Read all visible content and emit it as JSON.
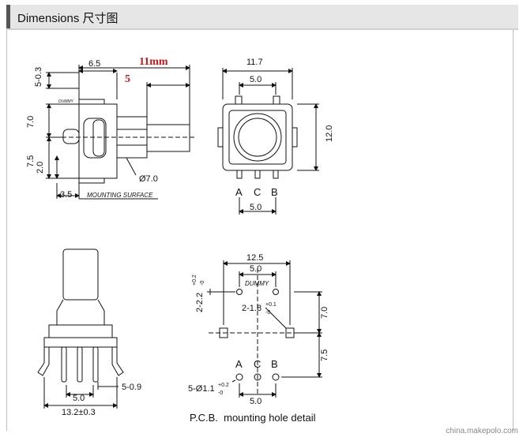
{
  "header": {
    "title": "Dimensions 尺寸图"
  },
  "side_view": {
    "dim_top_small": "5-0.3",
    "dim_6_5": "6.5",
    "dim_11mm": "11mm",
    "dim_5": "5",
    "dummy_label": "DUMMY",
    "dim_7_0": "7.0",
    "dim_7_5": "7.5",
    "dim_2_0": "2.0",
    "diameter": "Ø7.0",
    "dim_3_5": "3.5",
    "mounting_surface": "MOUNTING SURFACE"
  },
  "front_view": {
    "dim_11_7": "11.7",
    "dim_5_0_top": "5.0",
    "dim_12_0": "12.0",
    "pin_a": "A",
    "pin_c": "C",
    "pin_b": "B",
    "dim_5_0_bottom": "5.0"
  },
  "bottom_view": {
    "dim_5_0_9": "5-0.9",
    "dim_5_0": "5.0",
    "dim_13_2": "13.2±0.3"
  },
  "pcb": {
    "dim_12_5": "12.5",
    "dim_5_0": "5.0",
    "dummy_label": "DUMMY",
    "hole_2_2": "2-2.2",
    "hole_2_2_tol_up": "+0.2",
    "hole_2_2_tol_down": "-0",
    "hole_1_8": "2-1.8",
    "hole_1_8_tol_up": "+0.1",
    "hole_1_8_tol_down": "-0",
    "dim_7_0": "7.0",
    "dim_7_5": "7.5",
    "pin_a": "A",
    "pin_c": "C",
    "pin_b": "B",
    "hole_1_1": "5-Ø1.1",
    "hole_1_1_tol_up": "+0.2",
    "hole_1_1_tol_down": "-0",
    "dim_5_0_bottom": "5.0",
    "caption": "P.C.B.  mounting hole detail"
  },
  "watermark": "china.makepolo.com"
}
